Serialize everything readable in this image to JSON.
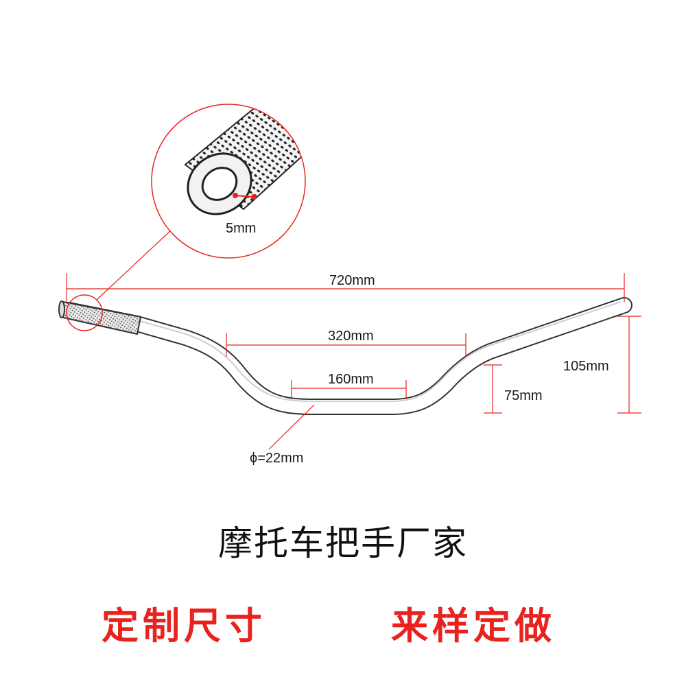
{
  "title": "摩托车把手厂家",
  "promo": {
    "left": "定制尺寸",
    "right": "来样定做"
  },
  "dimensions": {
    "wall": "5mm",
    "overall_width": "720mm",
    "mid_width": "320mm",
    "center_width": "160mm",
    "rise_total": "105mm",
    "rise_inner": "75mm",
    "diameter": "ϕ=22mm"
  },
  "colors": {
    "dimension_line": "#e8231f",
    "promo_text": "#e8231f",
    "title_text": "#111111",
    "bar_outline": "#333333"
  }
}
